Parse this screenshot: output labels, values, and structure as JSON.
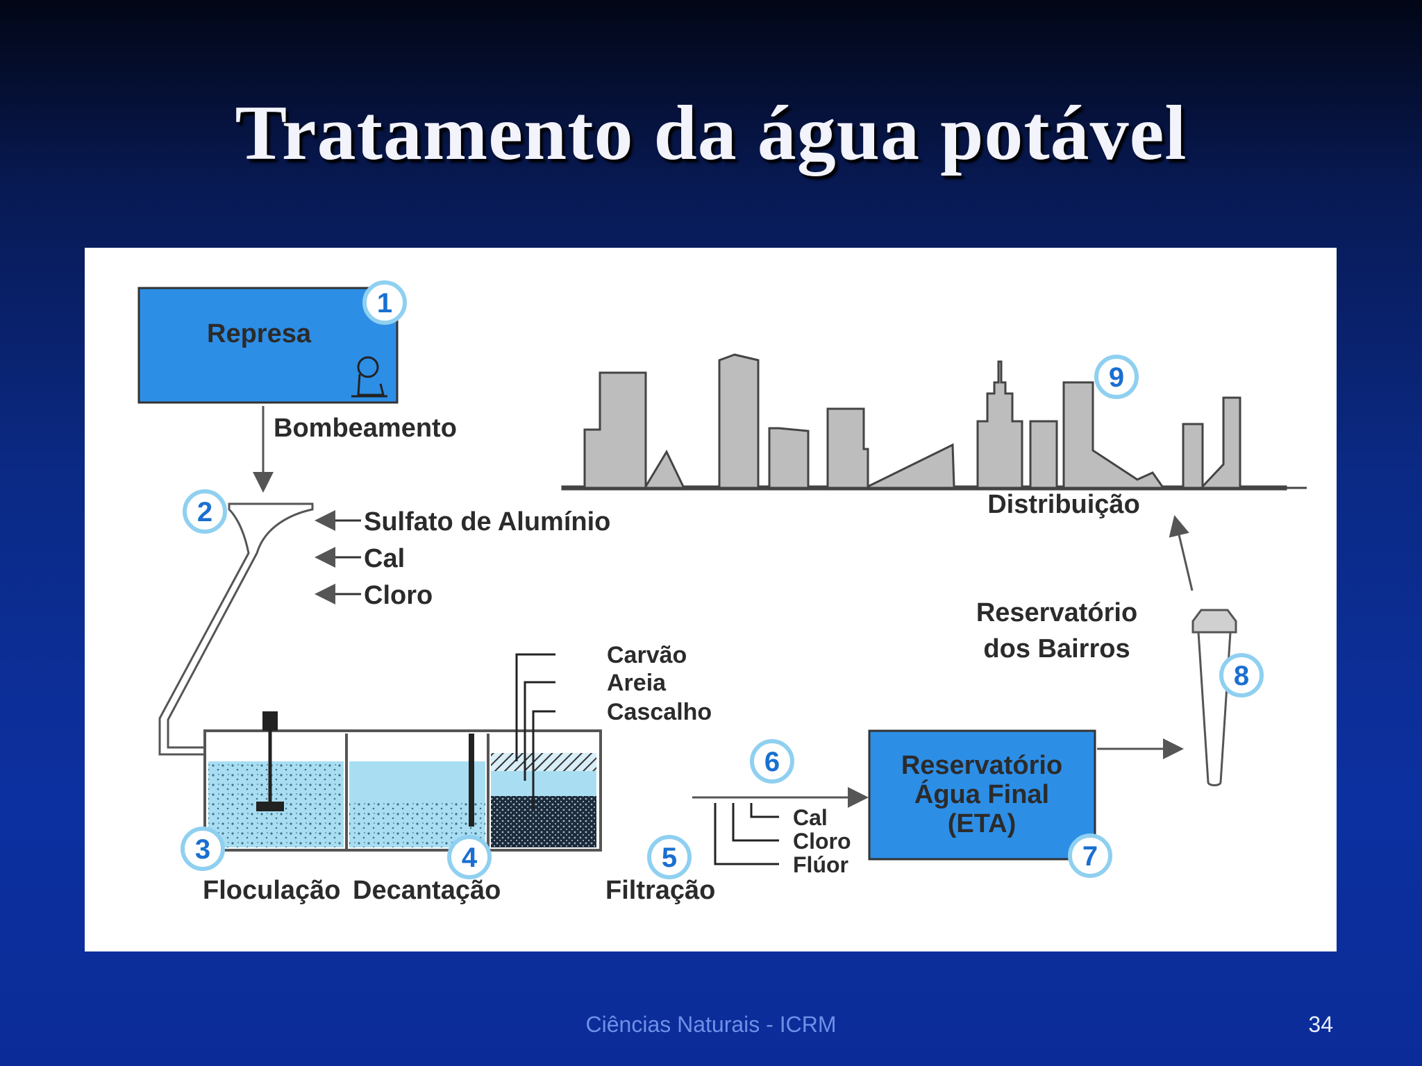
{
  "slide": {
    "title": "Tratamento da água potável",
    "footer": "Ciências Naturais - ICRM",
    "page_number": "34"
  },
  "diagram": {
    "represa": "Represa",
    "bombeamento": "Bombeamento",
    "chemicals_top": [
      "Sulfato de Alumínio",
      "Cal",
      "Cloro"
    ],
    "filter_layers": [
      "Carvão",
      "Areia",
      "Cascalho"
    ],
    "chemicals_after": [
      "Cal",
      "Cloro",
      "Flúor"
    ],
    "reservatorio_final": [
      "Reservatório",
      "Água Final",
      "(ETA)"
    ],
    "reservatorio_bairros": [
      "Reservatório",
      "dos Bairros"
    ],
    "distribuicao": "Distribuição",
    "stages": [
      "Floculação",
      "Decantação",
      "Filtração"
    ],
    "step_numbers": [
      "1",
      "2",
      "3",
      "4",
      "5",
      "6",
      "7",
      "8",
      "9"
    ],
    "colors": {
      "water_blue": "#2d8ee6",
      "tank_water": "#a9def2",
      "badge_blue": "#1a6fd0",
      "city_gray": "#bdbdbd"
    }
  }
}
